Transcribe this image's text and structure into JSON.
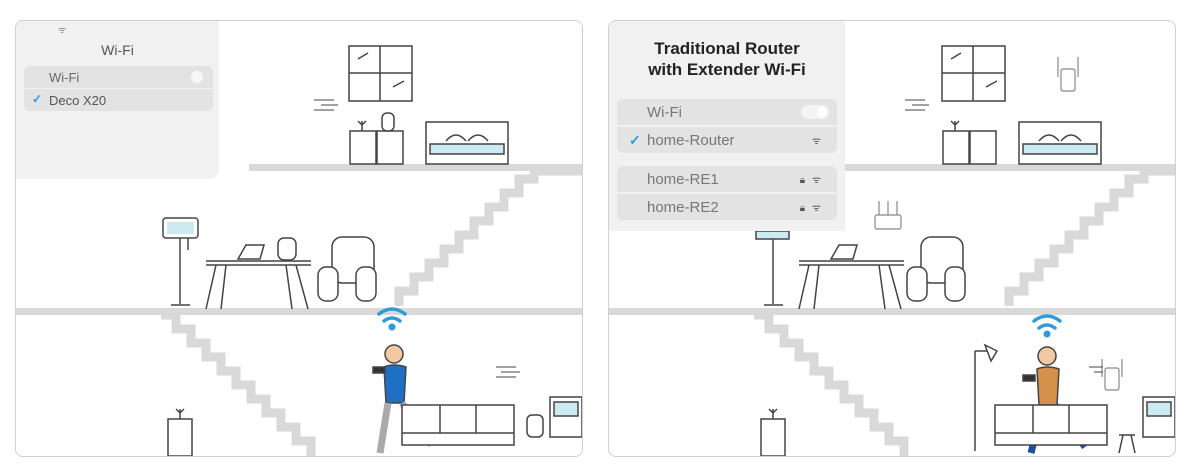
{
  "left": {
    "menu_title": "Wi-Fi",
    "wifi_row_label": "Wi-Fi",
    "network_selected": "Deco X20"
  },
  "right": {
    "menu_title_line1": "Traditional Router",
    "menu_title_line2": "with Extender Wi-Fi",
    "wifi_row_label": "Wi-Fi",
    "network_selected": "home-Router",
    "other_networks": [
      "home-RE1",
      "home-RE2"
    ]
  },
  "colors": {
    "accent": "#2f9bd8",
    "floor": "#d9d9d9",
    "menu_bg": "#f1f1f1",
    "row_bg": "#e3e3e3",
    "person_left_shirt": "#1f6fc4",
    "person_right_shirt": "#d4914a",
    "person_right_pants": "#1d4fa0"
  }
}
